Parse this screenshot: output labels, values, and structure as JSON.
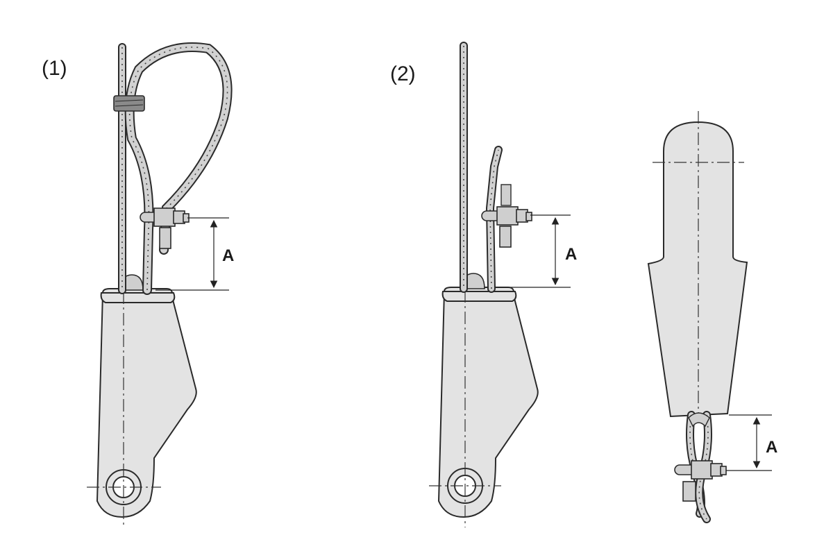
{
  "figure": {
    "panels": [
      {
        "id": "panel-1",
        "label": "(1)",
        "dimension_label": "A"
      },
      {
        "id": "panel-2",
        "label": "(2)",
        "dimension_label": "A"
      },
      {
        "id": "panel-3",
        "dimension_label": "A"
      }
    ],
    "colors": {
      "body_fill": "#e3e3e3",
      "outline": "#2a2a2a",
      "rope": "#d2d2d2"
    }
  }
}
